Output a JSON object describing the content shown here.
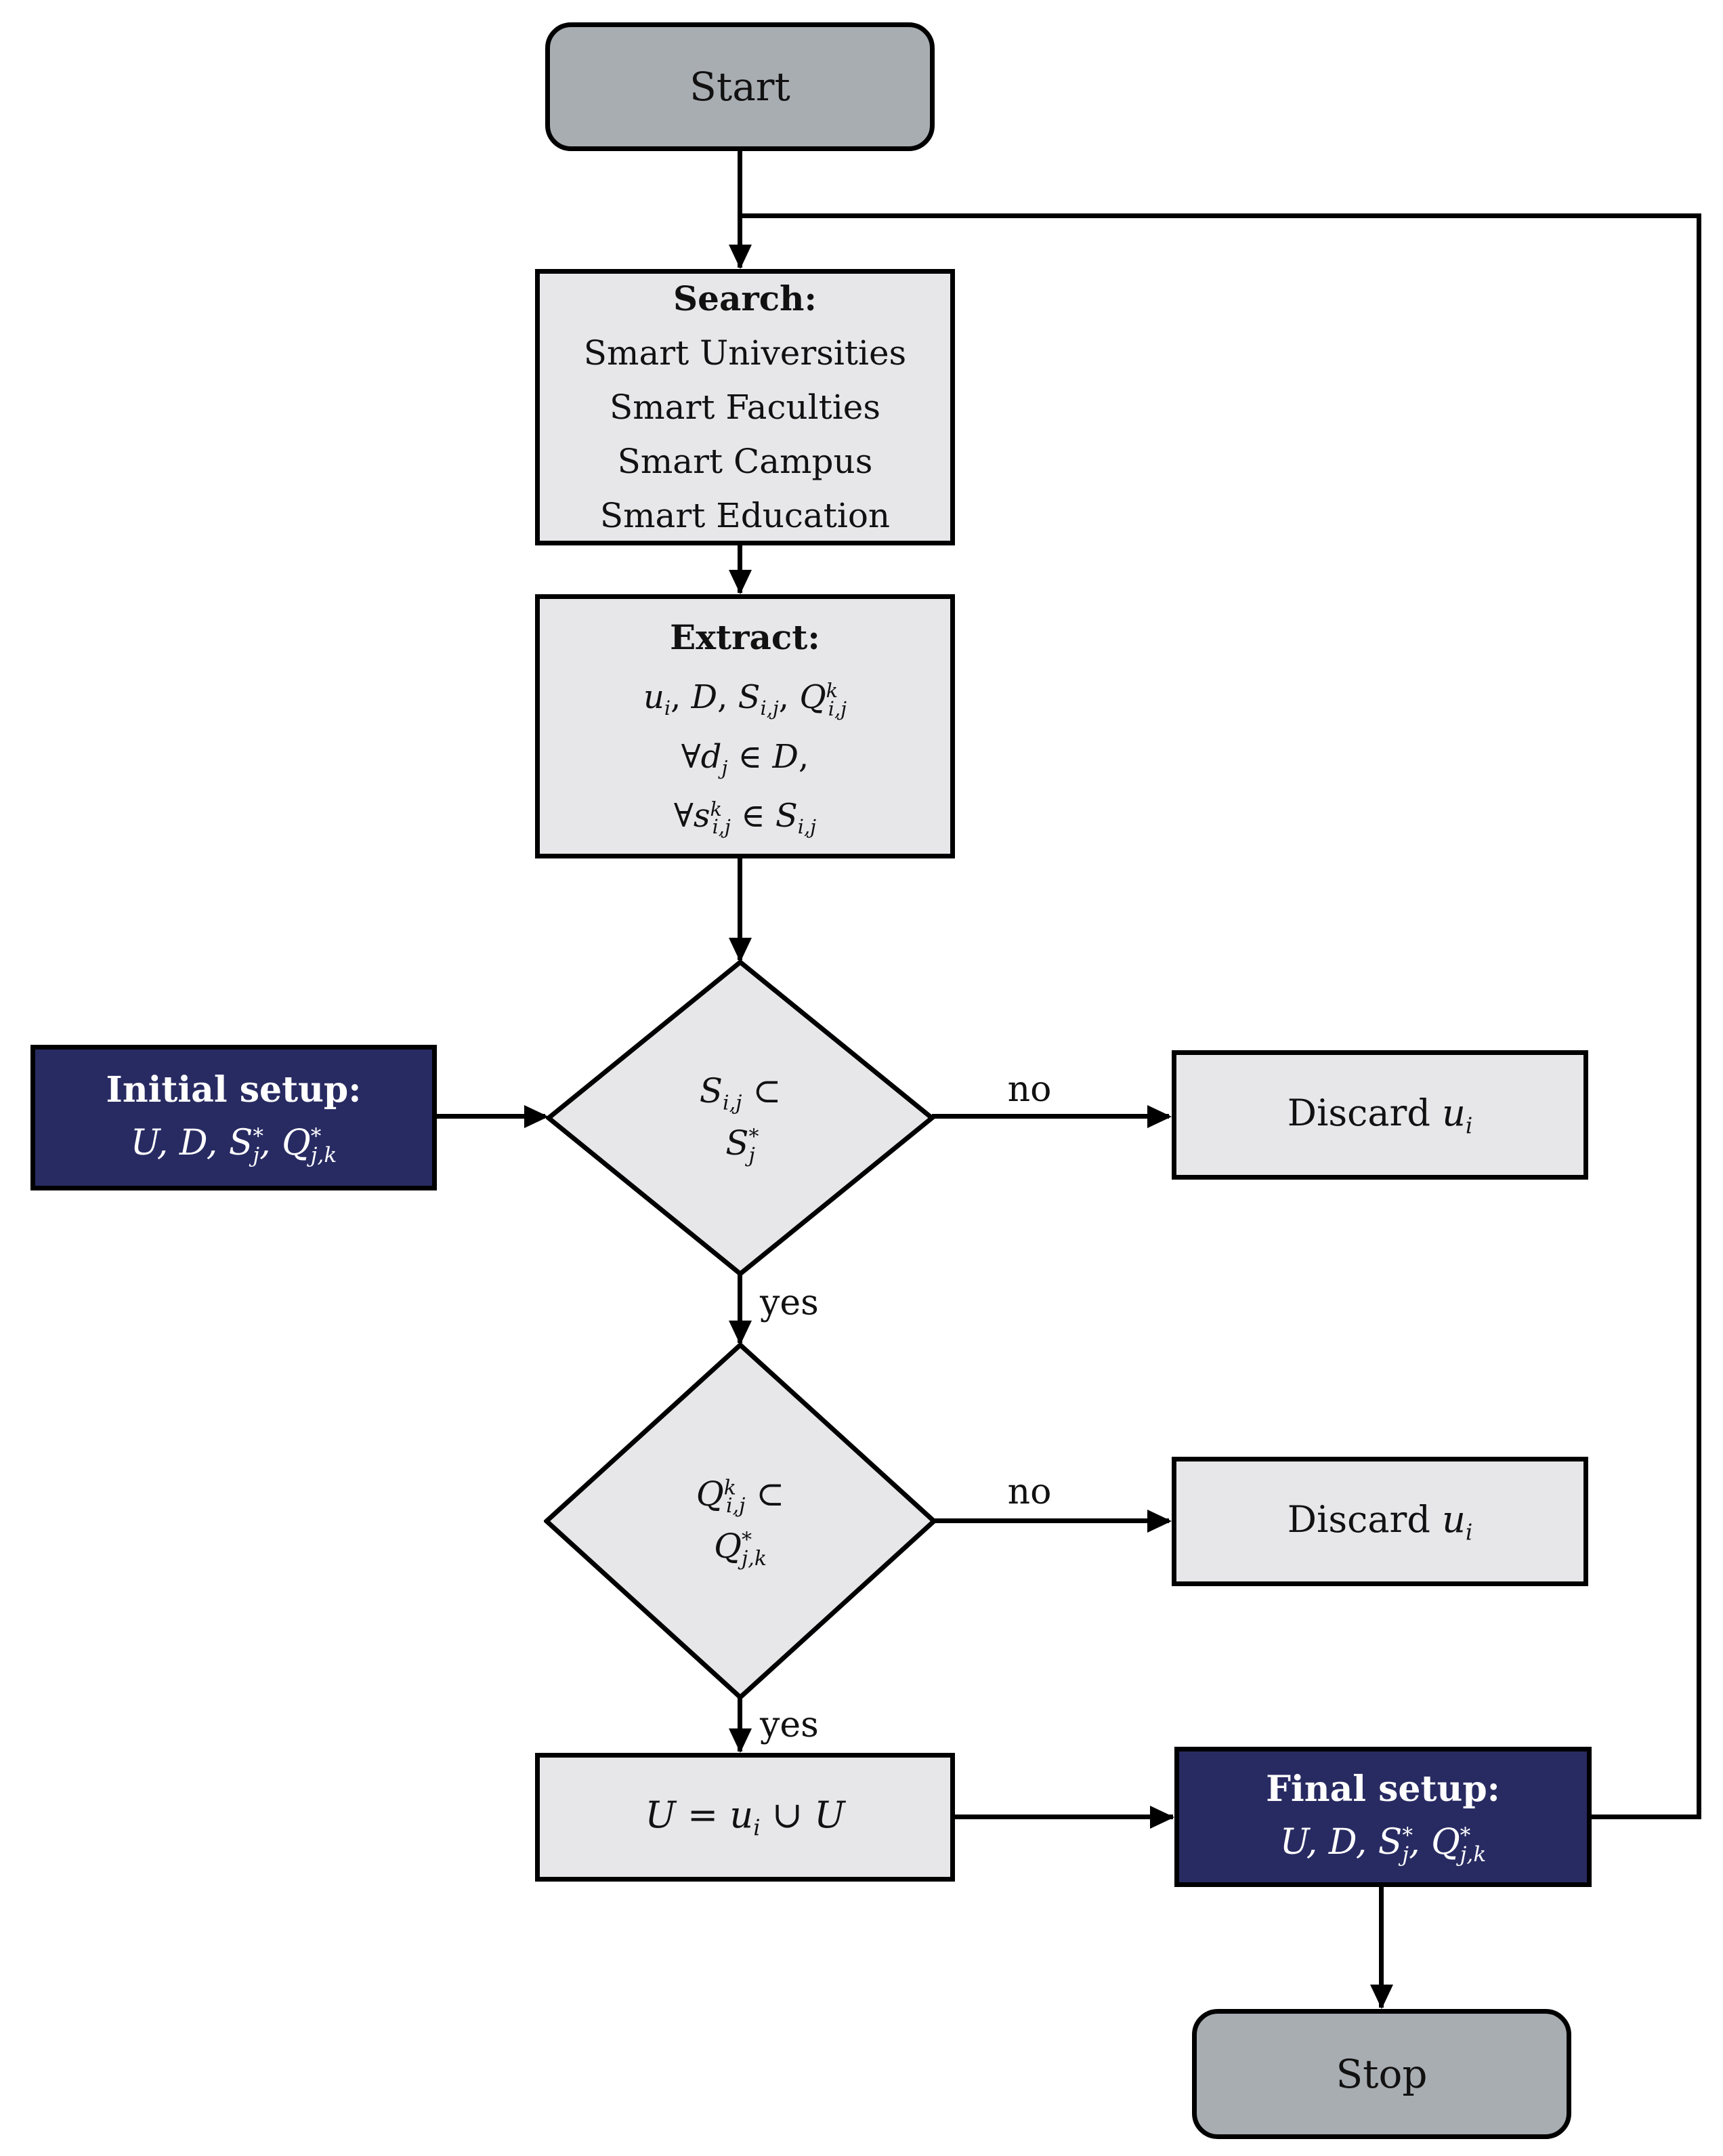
{
  "colors": {
    "navy": "#282b62",
    "box-gray": "#e7e7e9",
    "terminal-gray": "#a8adb2",
    "line": "#000000"
  },
  "nodes": {
    "start": {
      "label": "Start"
    },
    "search": {
      "title": "Search:",
      "lines": [
        "Smart Universities",
        "Smart Faculties",
        "Smart Campus",
        "Smart Education"
      ]
    },
    "extract": {
      "title": "Extract:",
      "lines_html": [
        "<i>u</i><sub><i>i</i></sub>, <i>D</i>, <i>S</i><sub><i>i,j</i></sub>, <i>Q</i><sup><i>k</i></sup><sub class=\"t\"><i>i,j</i></sub>",
        "∀<i>d</i><sub><i>j</i></sub> ∈ <i>D</i>,",
        "∀<i>s</i><sup><i>k</i></sup><sub class=\"t\"><i>i,j</i></sub> ∈ <i>S</i><sub><i>i,j</i></sub>"
      ]
    },
    "initial_setup": {
      "title": "Initial setup:",
      "line_html": "<i>U</i>, <i>D</i>, <i>S</i><sup>*</sup><sub class=\"t\"><i>j</i></sub>, <i>Q</i><sup>*</sup><sub class=\"t\"><i>j,k</i></sub>"
    },
    "decision1": {
      "line1_html": "<i>S</i><sub><i>i,j</i></sub> ⊂",
      "line2_html": "<i>S</i><sup>*</sup><sub class=\"t\"><i>j</i></sub>"
    },
    "discard1": {
      "label_html": "Discard <i>u</i><sub><i>i</i></sub>"
    },
    "decision2": {
      "line1_html": "<i>Q</i><sup><i>k</i></sup><sub class=\"t\"><i>i,j</i></sub> ⊂",
      "line2_html": "<i>Q</i><sup>*</sup><sub class=\"t\"><i>j,k</i></sub>"
    },
    "discard2": {
      "label_html": "Discard <i>u</i><sub><i>i</i></sub>"
    },
    "union": {
      "label_html": "<i>U</i> = <i>u</i><sub><i>i</i></sub> ∪ <i>U</i>"
    },
    "final_setup": {
      "title": "Final setup:",
      "line_html": "<i>U</i>, <i>D</i>, <i>S</i><sup>*</sup><sub class=\"t\"><i>j</i></sub>, <i>Q</i><sup>*</sup><sub class=\"t\"><i>j,k</i></sub>"
    },
    "stop": {
      "label": "Stop"
    }
  },
  "edges": {
    "decision1_no": "no",
    "decision1_yes": "yes",
    "decision2_no": "no",
    "decision2_yes": "yes"
  }
}
